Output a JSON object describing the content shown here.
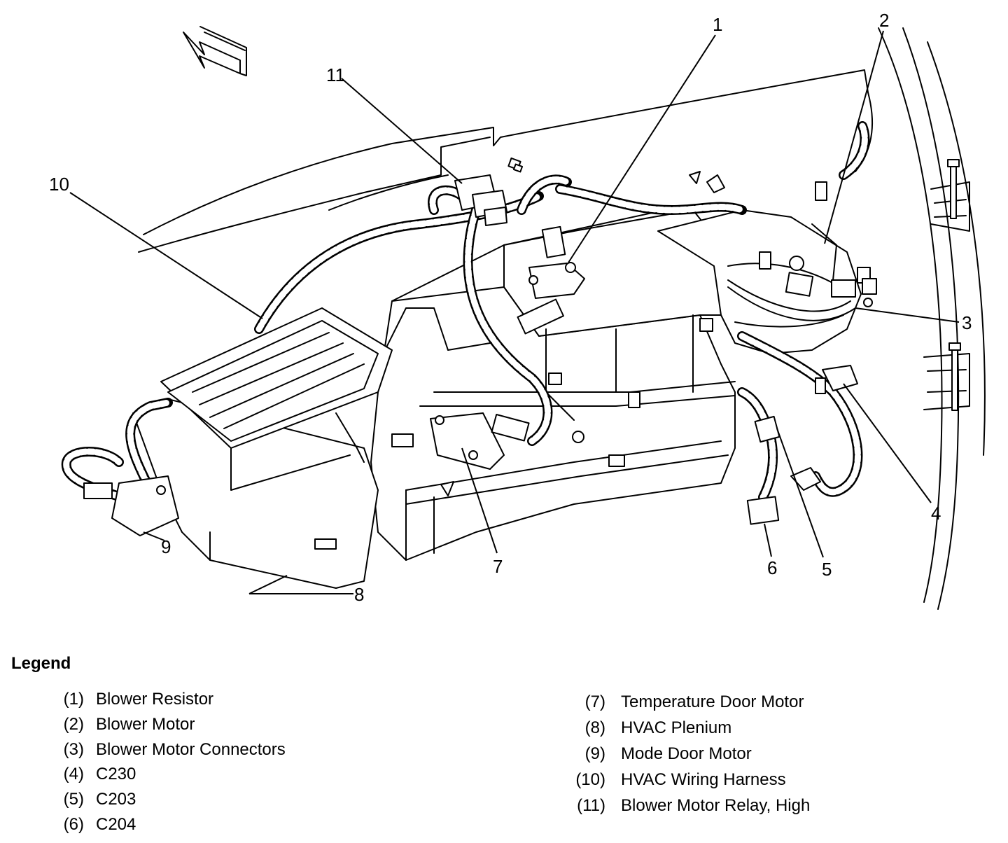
{
  "callouts": [
    {
      "num": "1",
      "label": "Blower Resistor"
    },
    {
      "num": "2",
      "label": "Blower Motor"
    },
    {
      "num": "3",
      "label": "Blower Motor Connectors"
    },
    {
      "num": "4",
      "label": "C230"
    },
    {
      "num": "5",
      "label": "C203"
    },
    {
      "num": "6",
      "label": "C204"
    },
    {
      "num": "7",
      "label": "Temperature Door Motor"
    },
    {
      "num": "8",
      "label": "HVAC Plenium"
    },
    {
      "num": "9",
      "label": "Mode Door Motor"
    },
    {
      "num": "10",
      "label": "HVAC Wiring Harness"
    },
    {
      "num": "11",
      "label": "Blower Motor Relay, High"
    }
  ],
  "legend": {
    "title": "Legend",
    "left": [
      {
        "num": "(1)",
        "label": "Blower Resistor"
      },
      {
        "num": "(2)",
        "label": "Blower Motor"
      },
      {
        "num": "(3)",
        "label": "Blower Motor Connectors"
      },
      {
        "num": "(4)",
        "label": "C230"
      },
      {
        "num": "(5)",
        "label": "C203"
      },
      {
        "num": "(6)",
        "label": "C204"
      }
    ],
    "right": [
      {
        "num": "(7)",
        "label": "Temperature Door Motor"
      },
      {
        "num": "(8)",
        "label": "HVAC Plenium"
      },
      {
        "num": "(9)",
        "label": "Mode Door Motor"
      },
      {
        "num": "(10)",
        "label": "HVAC Wiring Harness"
      },
      {
        "num": "(11)",
        "label": "Blower Motor Relay, High"
      }
    ]
  }
}
